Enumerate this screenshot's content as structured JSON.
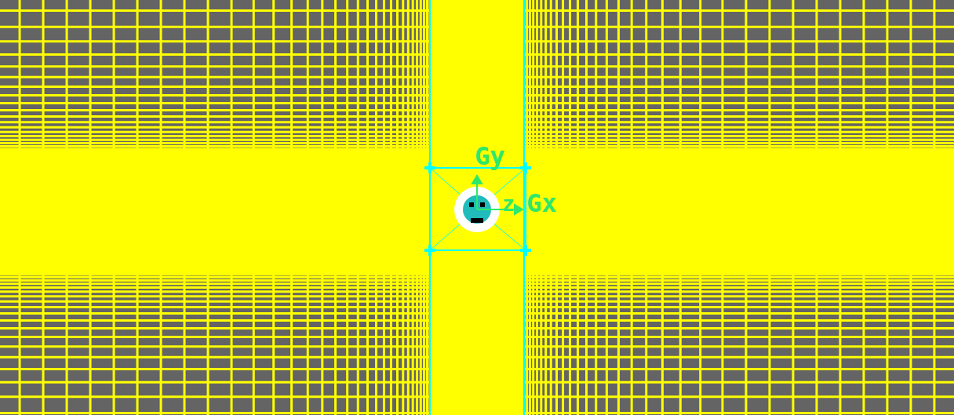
{
  "diagram": {
    "labels": [
      "Gy",
      "z",
      "Gx"
    ]
  }
}
